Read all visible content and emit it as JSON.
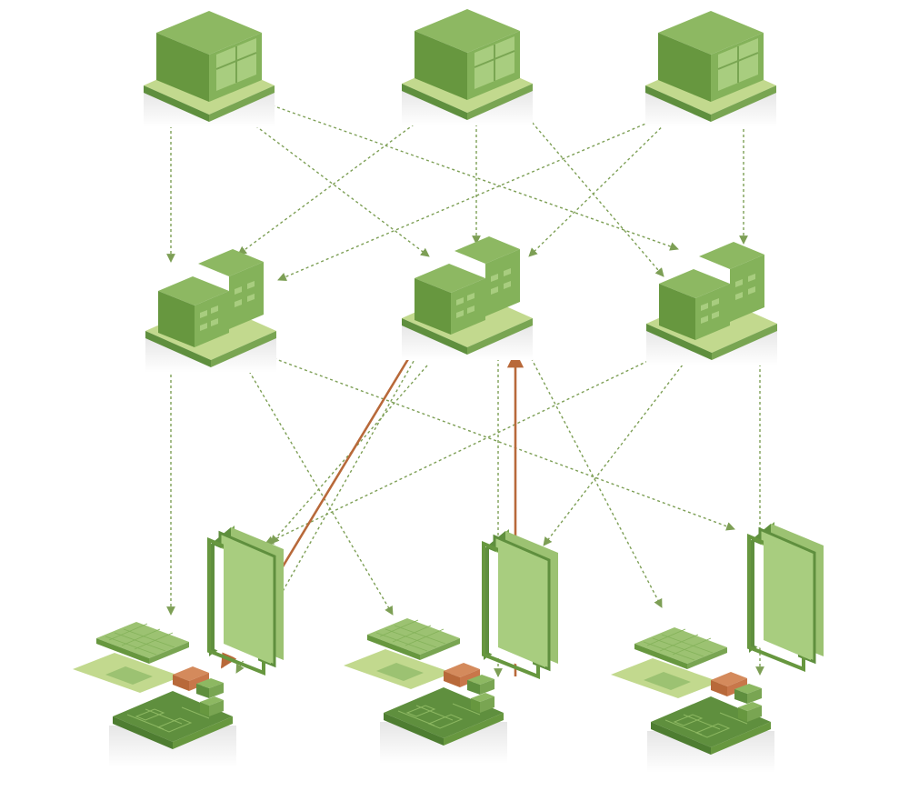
{
  "colors": {
    "edge_dashed": "#7d9f55",
    "edge_highlight": "#b8693a",
    "green_dark": "#5f8f3e",
    "green_mid": "#79a552",
    "green_light": "#9cc272",
    "green_pale": "#c2d98e",
    "copper": "#c8774a"
  },
  "tiers": {
    "top": {
      "node_type": "warehouse",
      "icon": "warehouse-icon",
      "count": 3
    },
    "middle": {
      "node_type": "factory",
      "icon": "factory-icon",
      "count": 3
    },
    "bottom": {
      "node_type": "device-assembly",
      "icon": "device-assembly-icon",
      "count": 3
    }
  },
  "edges": {
    "top_to_middle": [
      [
        0,
        0
      ],
      [
        0,
        1
      ],
      [
        0,
        2
      ],
      [
        1,
        0
      ],
      [
        1,
        1
      ],
      [
        1,
        2
      ],
      [
        2,
        0
      ],
      [
        2,
        1
      ],
      [
        2,
        2
      ]
    ],
    "middle_to_bottom": [
      [
        0,
        0
      ],
      [
        0,
        1
      ],
      [
        1,
        0
      ],
      [
        1,
        1
      ],
      [
        1,
        2
      ],
      [
        2,
        0
      ],
      [
        2,
        1
      ],
      [
        2,
        2
      ]
    ],
    "highlighted": [
      [
        "middle-1",
        "bottom-0"
      ],
      [
        "bottom-1",
        "middle-1"
      ]
    ]
  }
}
